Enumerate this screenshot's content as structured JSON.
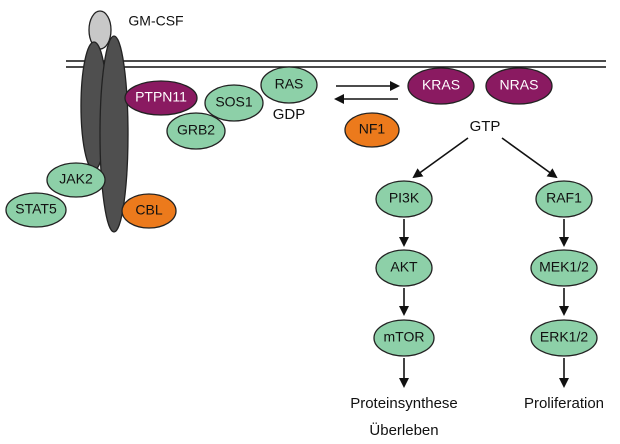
{
  "colors": {
    "green": "#8dd0a8",
    "purple": "#8a1a61",
    "orange": "#ec7a1c",
    "receptor_gray": "#4f4f4f",
    "ligand_gray": "#c8c8c8"
  },
  "ligand": {
    "label": "GM-CSF"
  },
  "nodes": {
    "ptpn11": "PTPN11",
    "sos1": "SOS1",
    "ras": "RAS",
    "grb2": "GRB2",
    "jak2": "JAK2",
    "stat5": "STAT5",
    "cbl": "CBL",
    "kras": "KRAS",
    "nras": "NRAS",
    "nf1": "NF1",
    "pi3k": "PI3K",
    "akt": "AKT",
    "mtor": "mTOR",
    "raf1": "RAF1",
    "mek12": "MEK1/2",
    "erk12": "ERK1/2"
  },
  "labels": {
    "gdp": "GDP",
    "gtp": "GTP",
    "proteinsynthese": "Proteinsynthese",
    "ueberleben": "Überleben",
    "proliferation": "Proliferation"
  }
}
